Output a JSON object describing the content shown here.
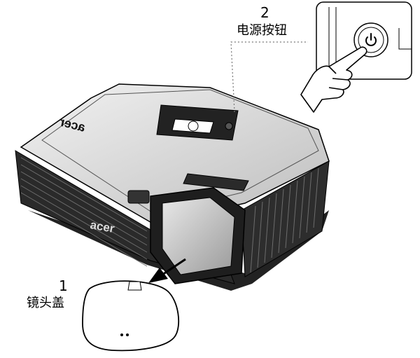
{
  "callouts": [
    {
      "number": "1",
      "label": "镜头盖"
    },
    {
      "number": "2",
      "label": "电源按钮"
    }
  ],
  "brand": {
    "logo_text": "acer"
  },
  "colors": {
    "line": "#000000",
    "body_dark": "#1a1a1a",
    "body_mid": "#3a3a3a",
    "body_light": "#cfcfcf",
    "background": "#ffffff"
  },
  "icons": {
    "power": "power-icon",
    "hand": "hand-pointer-icon",
    "arrow": "removal-arrow-icon"
  }
}
